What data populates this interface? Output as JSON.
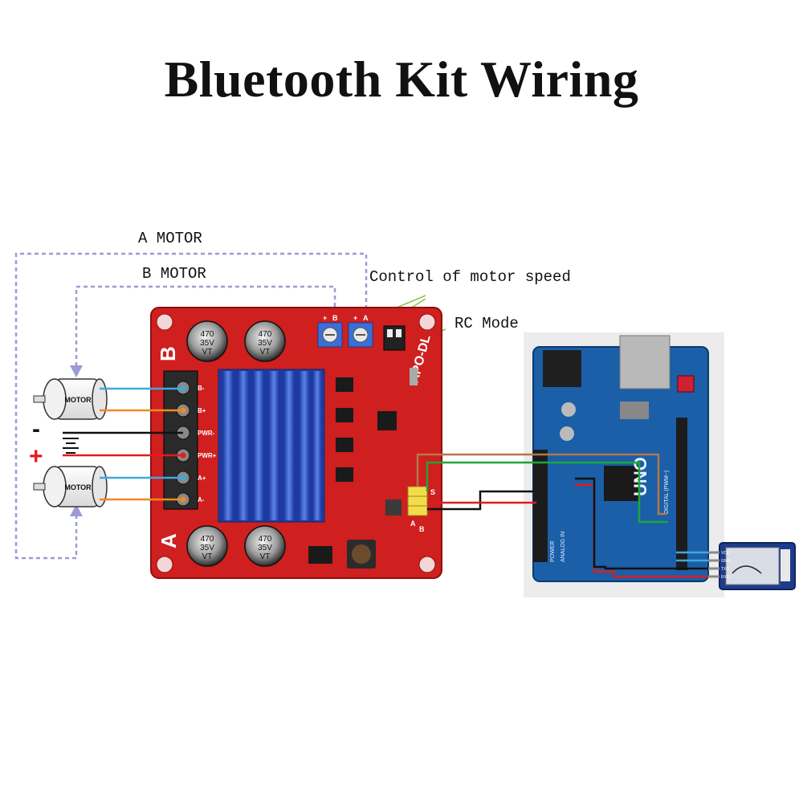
{
  "title": "Bluetooth Kit Wiring",
  "labels": {
    "a_motor": "A MOTOR",
    "b_motor": "B MOTOR",
    "speed": "Control of motor speed",
    "rc_mode": "RC Mode"
  },
  "motors": {
    "motor_text": "MOTOR"
  },
  "battery": {
    "minus": "-",
    "plus": "+"
  },
  "driver_board": {
    "side_b": "B",
    "side_a": "A",
    "cap_text": [
      "470",
      "35V",
      "VT"
    ],
    "terminal_labels": [
      "B-",
      "B+",
      "PWR-",
      "PWR+",
      "A+",
      "A-"
    ],
    "silk": "APO-DL",
    "pot_labels": [
      "+",
      "B",
      "+",
      "A"
    ],
    "pins": [
      "A",
      "B",
      "S"
    ]
  },
  "arduino": {
    "brand_text": "UNO",
    "pin_text": "DIGITAL (PWM~)",
    "power_text": "POWER",
    "analog_text": "ANALOG IN"
  },
  "bluetooth": {
    "pins": [
      "VCC",
      "GND",
      "TXD",
      "RXD"
    ]
  },
  "wire_colors": {
    "blue": "#3fa9dc",
    "orange": "#f08a22",
    "black": "#111111",
    "red": "#e21b1b",
    "brown": "#b5764a",
    "green": "#1fa53a",
    "dashed": "#9b9bd6"
  }
}
